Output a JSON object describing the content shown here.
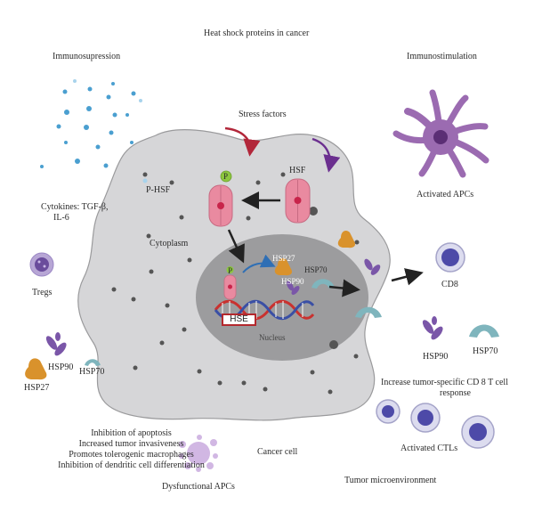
{
  "title": "Heat shock proteins in cancer",
  "left_section": {
    "heading": "Immunosupression",
    "cytokines_line1": "Cytokines: TGF-β,",
    "cytokines_line2": "IL-6",
    "tregs": "Tregs",
    "hsp90": "HSP90",
    "hsp27": "HSP27",
    "hsp70": "HSP70",
    "effects": [
      "Inhibition of apoptosis",
      "Increased tumor invasiveness",
      "Promotes tolerogenic macrophages",
      "Inhibition of dendritic cell differentiation"
    ],
    "dysfunctional_apcs": "Dysfunctional APCs"
  },
  "right_section": {
    "heading": "Immunostimulation",
    "activated_apcs": "Activated APCs",
    "cd8": "CD8",
    "hsp90": "HSP90",
    "hsp70": "HSP70",
    "increase_line1": "Increase tumor-specific CD 8 T cell",
    "increase_line2": "response",
    "activated_ctls": "Activated CTLs",
    "tumor_microenvironment": "Tumor microenvironment"
  },
  "cell": {
    "stress_factors": "Stress factors",
    "p_hsf": "P-HSF",
    "hsf": "HSF",
    "p_badge": "P",
    "cytoplasm": "Cytoplasm",
    "nucleus": "Nucleus",
    "hse": "HSE",
    "hsp27": "HSP27",
    "hsp90": "HSP90",
    "hsp70": "HSP70",
    "cancer_cell": "Cancer cell"
  },
  "colors": {
    "cell_fill": "#d6d6d8",
    "cell_stroke": "#9a9a9c",
    "nucleus_fill": "#9c9c9e",
    "hsf_pink": "#e98aa0",
    "hsf_red": "#c8244a",
    "p_green": "#8cc63f",
    "hsp27_orange": "#d9922c",
    "hsp90_purple": "#7a56a8",
    "hsp70_teal": "#7fb5bd",
    "cytokine_blue": "#4a9fd0",
    "apc_purple": "#9b6bb1",
    "lymphocyte_border": "#a5a4c9",
    "lymphocyte_nucleus": "#4d4aa8",
    "dna_red": "#c9312f",
    "dna_blue": "#3a4fa5",
    "arrow_black": "#222222",
    "arrow_red": "#b2273a",
    "arrow_purple": "#6b2f8f",
    "arrow_blue": "#2f6fb5"
  }
}
